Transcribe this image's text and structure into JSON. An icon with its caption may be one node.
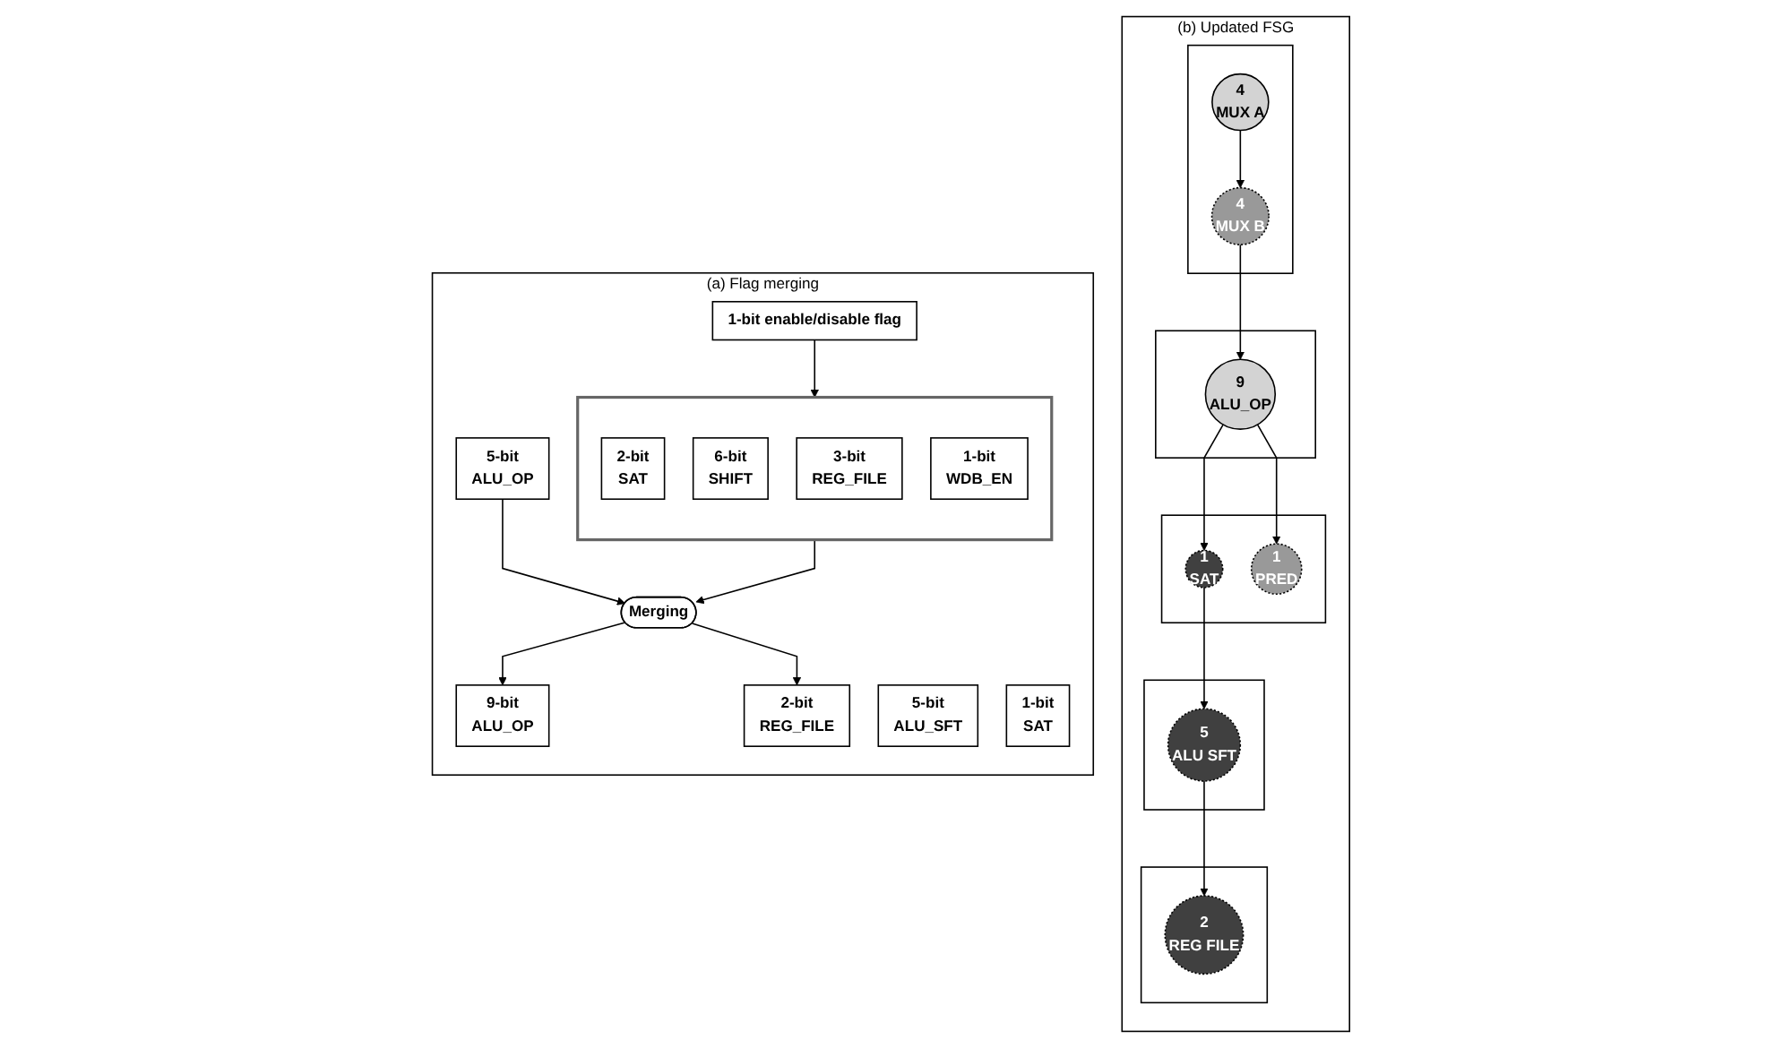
{
  "diagram": {
    "nodes": [
      {
        "text": [
          "(a) Flag merging"
        ]
      },
      {
        "text": [
          "1-bit enable/disable flag"
        ],
        "in": 0
      },
      {
        "text": [],
        "shape": "box",
        "in": 0
      },
      {
        "text": [
          "2-bit",
          "SAT"
        ],
        "in": 2
      },
      {
        "text": [
          "6-bit",
          "SHIFT"
        ],
        "in": 2
      },
      {
        "text": [
          "3-bit",
          "REG_FILE"
        ],
        "in": 2
      },
      {
        "text": [
          "1-bit",
          "WDB_EN"
        ],
        "in": 2
      },
      {
        "text": [
          "5-bit",
          "ALU_OP"
        ],
        "in": 0
      },
      {
        "text": [
          "Merging"
        ],
        "in": 0
      },
      {
        "text": [
          "9-bit",
          "ALU_OP"
        ],
        "in": 0
      },
      {
        "text": [
          "2-bit",
          "REG_FILE"
        ],
        "in": 0
      },
      {
        "text": [
          "5-bit",
          "ALU_SFT"
        ],
        "in": 0
      },
      {
        "text": [
          "1-bit",
          "SAT"
        ],
        "in": 0
      },
      {
        "text": [
          "(b) Updated FSG"
        ]
      },
      {
        "text": [],
        "shape": "box",
        "in": 13
      },
      {
        "text": [
          "4",
          "MUX B"
        ],
        "in": 14
      },
      {
        "text": [
          "4",
          "MUX A"
        ],
        "in": 14
      },
      {
        "text": [],
        "shape": "box",
        "in": 13
      },
      {
        "text": [
          "9",
          "ALU_OP"
        ],
        "in": 17
      },
      {
        "text": [],
        "shape": "box",
        "in": 13
      },
      {
        "text": [
          "1",
          "SAT"
        ],
        "in": 19
      },
      {
        "text": [
          "1",
          "PRED"
        ],
        "in": 19
      },
      {
        "text": [],
        "shape": "box",
        "in": 13
      },
      {
        "text": [
          "5",
          "ALU SFT"
        ],
        "in": 22
      },
      {
        "text": [],
        "shape": "box",
        "in": 13
      },
      {
        "text": [
          "2",
          "REG FILE"
        ],
        "in": 24
      }
    ],
    "edges": [
      {
        "from": 1,
        "to": 2,
        "arrow": "to"
      },
      {
        "from": 2,
        "to": 8,
        "arrow": "to"
      },
      {
        "from": 7,
        "to": 8,
        "arrow": "to"
      },
      {
        "from": 8,
        "to": 9,
        "arrow": "to"
      },
      {
        "from": 8,
        "to": 10,
        "arrow": "to"
      },
      {
        "from": 16,
        "to": 15,
        "arrow": "to"
      },
      {
        "from": 15,
        "to": 18,
        "arrow": "to"
      },
      {
        "from": 18,
        "to": 20,
        "arrow": "to"
      },
      {
        "from": 18,
        "to": 21,
        "arrow": "to"
      },
      {
        "from": 20,
        "to": 23,
        "arrow": "to"
      },
      {
        "from": 23,
        "to": 25,
        "arrow": "to"
      }
    ]
  }
}
